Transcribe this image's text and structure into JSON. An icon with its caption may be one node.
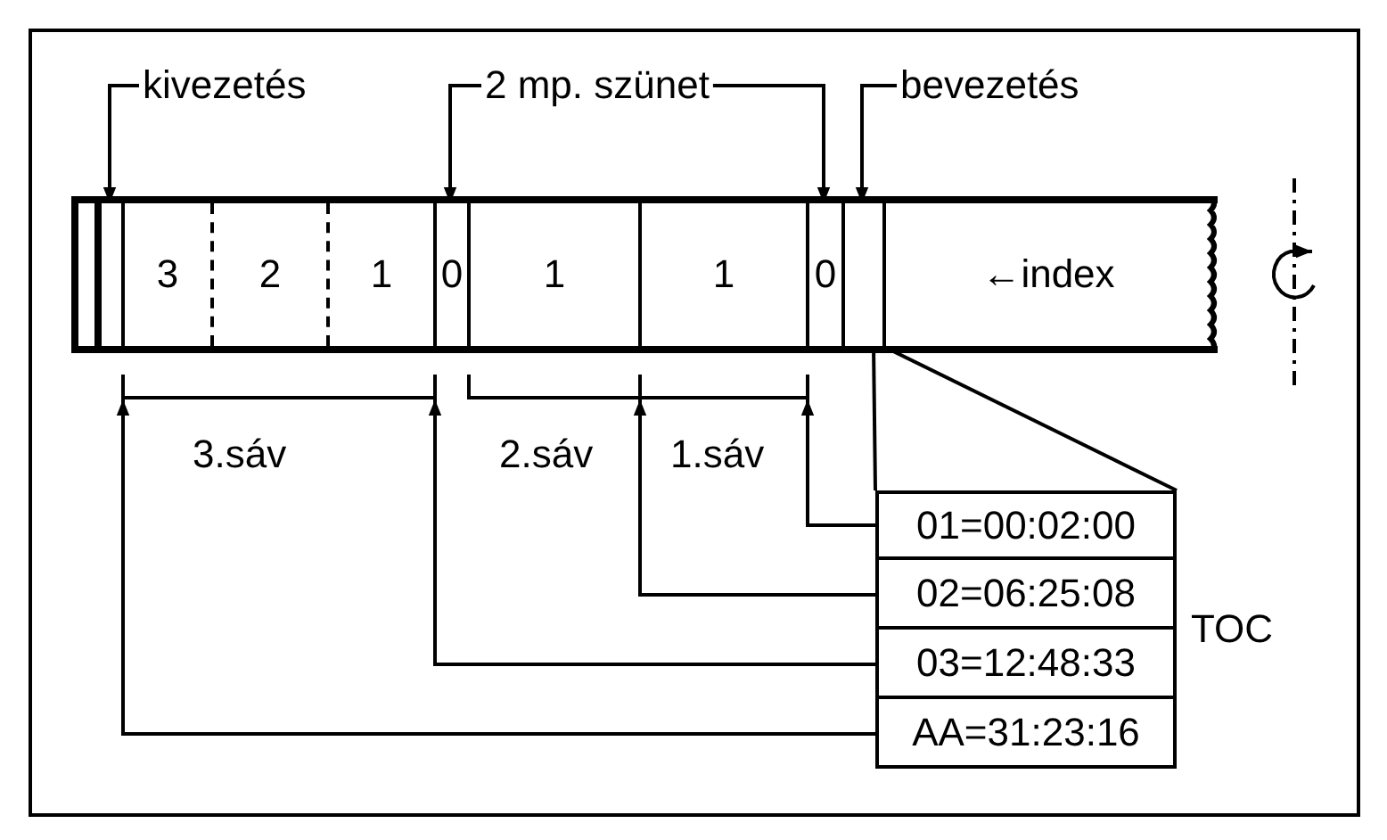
{
  "diagram": {
    "nodes": [
      {
        "text": [],
        "shape": "bar"
      },
      {
        "text": [],
        "shape": "box",
        "in": 0
      },
      {
        "text": [],
        "shape": "box",
        "in": 0
      },
      {
        "text": [
          "3"
        ],
        "in": 0
      },
      {
        "text": [
          "2"
        ],
        "in": 0
      },
      {
        "text": [
          "1"
        ],
        "in": 0
      },
      {
        "text": [
          "0"
        ],
        "in": 0
      },
      {
        "text": [
          "1"
        ],
        "in": 0
      },
      {
        "text": [
          "1"
        ],
        "in": 0
      },
      {
        "text": [
          "0"
        ],
        "in": 0
      },
      {
        "text": [],
        "shape": "box",
        "in": 0
      },
      {
        "text": [
          "←index"
        ],
        "in": 0
      },
      {
        "text": [
          "kivezetés"
        ]
      },
      {
        "text": [
          "2 mp. szünet"
        ]
      },
      {
        "text": [
          "bevezetés"
        ]
      },
      {
        "text": [
          "01=00:02:00"
        ]
      },
      {
        "text": [
          "02=06:25:08"
        ]
      },
      {
        "text": [
          "03=12:48:33"
        ]
      },
      {
        "text": [
          "AA=31:23:16"
        ]
      },
      {
        "text": [],
        "shape": "bracket",
        "beside": [
          "3.sáv"
        ]
      },
      {
        "text": [],
        "shape": "bracket",
        "beside": [
          "2.sáv"
        ]
      },
      {
        "text": [],
        "shape": "bracket",
        "beside": [
          "1.sáv"
        ]
      }
    ],
    "edges": [
      {
        "from": 12,
        "to": 2,
        "arrow": "to"
      },
      {
        "from": 13,
        "to": 6,
        "arrow": "to"
      },
      {
        "from": 13,
        "to": 9,
        "arrow": "to"
      },
      {
        "from": 14,
        "to": 10,
        "arrow": "to"
      },
      {
        "from": 15,
        "to": 21,
        "arrow": "to"
      },
      {
        "from": 16,
        "to": 20,
        "arrow": "to"
      },
      {
        "from": 17,
        "to": 19,
        "arrow": "to"
      },
      {
        "from": 18,
        "to": 19,
        "arrow": "to"
      },
      {
        "from": 10,
        "to": 15,
        "arrow": "none"
      },
      {
        "from": 10,
        "to": 15,
        "arrow": "none"
      }
    ],
    "labels": [
      "TOC"
    ]
  }
}
